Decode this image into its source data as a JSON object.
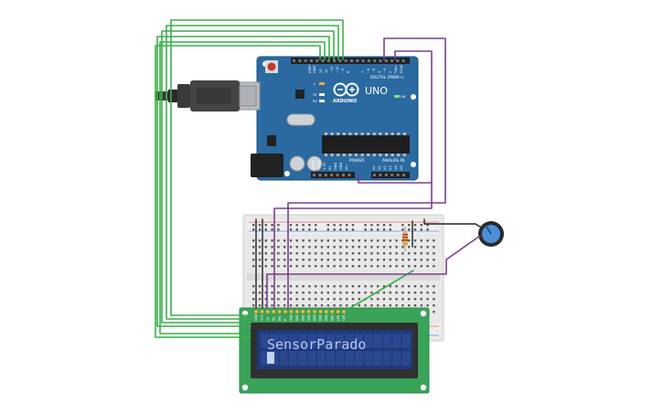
{
  "arduino": {
    "brand": "ARDUINO",
    "model": "UNO",
    "digital_label": "DIGITAL (PWM~)",
    "power_label": "POWER",
    "analog_label": "ANALOG IN",
    "aref_label": "AREF",
    "gnd_label": "GND",
    "pin13": "13",
    "pin12": "12",
    "pin11": "~11",
    "pin10": "~10",
    "pin9": "~9",
    "pin8": "8",
    "pin7": "7",
    "pin6": "~6",
    "pin5": "~5",
    "pin4": "4",
    "pin3": "~3",
    "pin2": "2",
    "tx1": "TX▸1",
    "rx0": "RX◂0",
    "led_l": "L",
    "led_tx": "TX",
    "led_rx": "RX",
    "led_on": "ON",
    "ioref": "IOREF",
    "reset": "RESET",
    "v33": "3.3V",
    "v5": "5V",
    "gnd_a": "GND",
    "gnd_b": "GND",
    "vin": "Vin",
    "a0": "A0",
    "a1": "A1",
    "a2": "A2",
    "a3": "A3",
    "a4": "A4",
    "a5": "A5"
  },
  "lcd": {
    "display_text": "SensorParado",
    "pin_labels": [
      "GND",
      "VCC",
      "V0",
      "RS",
      "RW",
      "E",
      "DB0",
      "DB1",
      "DB2",
      "DB3",
      "DB4",
      "DB5",
      "DB6",
      "DB7",
      "LED",
      "LED"
    ]
  },
  "colors": {
    "wire_green": "#3cae4b",
    "wire_purple": "#7b3f8f",
    "wire_black": "#222222",
    "wire_red": "#d9323a",
    "board_blue": "#2a6aa1",
    "lcd_pcb": "#3aa35a",
    "lcd_screen": "#1f3a7a",
    "breadboard": "#e6e6e6",
    "pot_knob": "#4a90d9"
  }
}
